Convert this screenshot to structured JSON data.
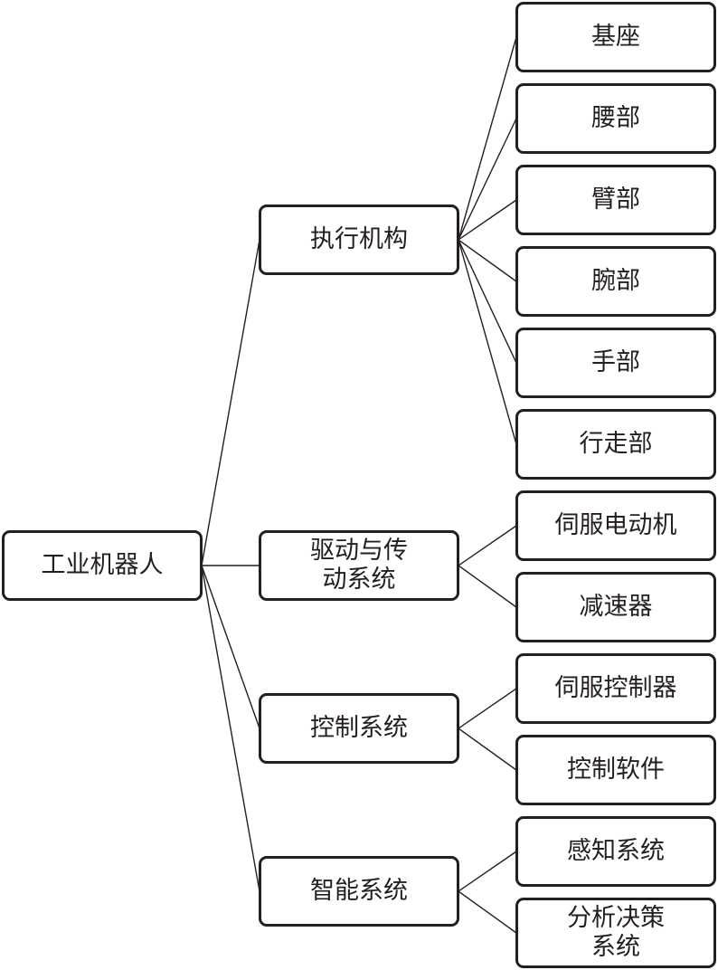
{
  "diagram": {
    "type": "tree",
    "root": {
      "label": "工业机器人",
      "children": [
        {
          "label": "执行机构",
          "children": [
            {
              "label": "基座"
            },
            {
              "label": "腰部"
            },
            {
              "label": "臂部"
            },
            {
              "label": "腕部"
            },
            {
              "label": "手部"
            },
            {
              "label": "行走部"
            }
          ]
        },
        {
          "label": "驱动与传\n动系统",
          "children": [
            {
              "label": "伺服电动机"
            },
            {
              "label": "减速器"
            }
          ]
        },
        {
          "label": "控制系统",
          "children": [
            {
              "label": "伺服控制器"
            },
            {
              "label": "控制软件"
            }
          ]
        },
        {
          "label": "智能系统",
          "children": [
            {
              "label": "感知系统"
            },
            {
              "label": "分析决策\n系统"
            }
          ]
        }
      ]
    },
    "colors": {
      "stroke": "#231f20",
      "background": "#ffffff",
      "text": "#231f20"
    }
  }
}
